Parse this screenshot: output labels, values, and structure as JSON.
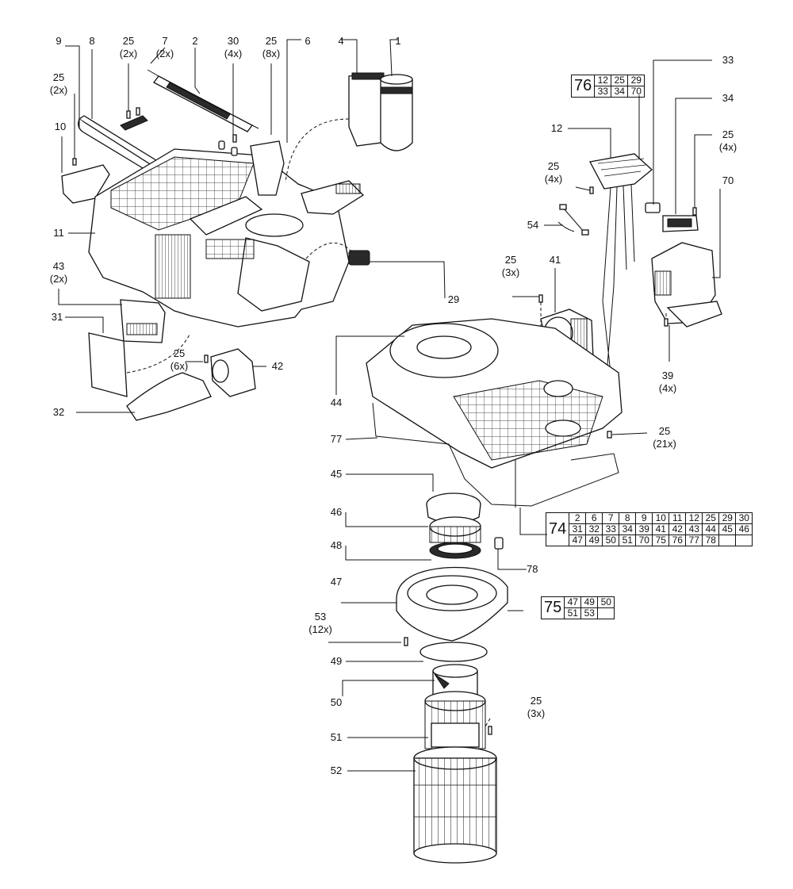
{
  "callouts": {
    "c1": "1",
    "c2": "2",
    "c4": "4",
    "c6": "6",
    "c7": "7",
    "c7q": "(2x)",
    "c8": "8",
    "c9": "9",
    "c10": "10",
    "c11": "11",
    "c12": "12",
    "c25a": "25",
    "c25aq": "(2x)",
    "c25b": "25",
    "c25bq": "(2x)",
    "c25c": "25",
    "c25cq": "(8x)",
    "c25d": "25",
    "c25dq": "(6x)",
    "c25e": "25",
    "c25eq": "(4x)",
    "c25f": "25",
    "c25fq": "(4x)",
    "c25g": "25",
    "c25gq": "(3x)",
    "c25h": "25",
    "c25hq": "(21x)",
    "c25i": "25",
    "c25iq": "(3x)",
    "c29": "29",
    "c30": "30",
    "c30q": "(4x)",
    "c31": "31",
    "c32": "32",
    "c33": "33",
    "c34": "34",
    "c39": "39",
    "c39q": "(4x)",
    "c41": "41",
    "c42": "42",
    "c43": "43",
    "c43q": "(2x)",
    "c44": "44",
    "c45": "45",
    "c46": "46",
    "c47": "47",
    "c48": "48",
    "c49": "49",
    "c50": "50",
    "c51": "51",
    "c52": "52",
    "c53": "53",
    "c53q": "(12x)",
    "c54": "54",
    "c70": "70",
    "c77": "77",
    "c78": "78"
  },
  "kits": {
    "k76": {
      "id": "76",
      "rows": [
        [
          "12",
          "25",
          "29"
        ],
        [
          "33",
          "34",
          "70"
        ]
      ]
    },
    "k74": {
      "id": "74",
      "rows": [
        [
          "2",
          "6",
          "7",
          "8",
          "9",
          "10",
          "11",
          "12",
          "25",
          "29",
          "30"
        ],
        [
          "31",
          "32",
          "33",
          "34",
          "39",
          "41",
          "42",
          "43",
          "44",
          "45",
          "46"
        ],
        [
          "47",
          "49",
          "50",
          "51",
          "70",
          "75",
          "76",
          "77",
          "78",
          "",
          ""
        ]
      ]
    },
    "k75": {
      "id": "75",
      "rows": [
        [
          "47",
          "49",
          "50"
        ],
        [
          "51",
          "53",
          ""
        ]
      ]
    }
  }
}
